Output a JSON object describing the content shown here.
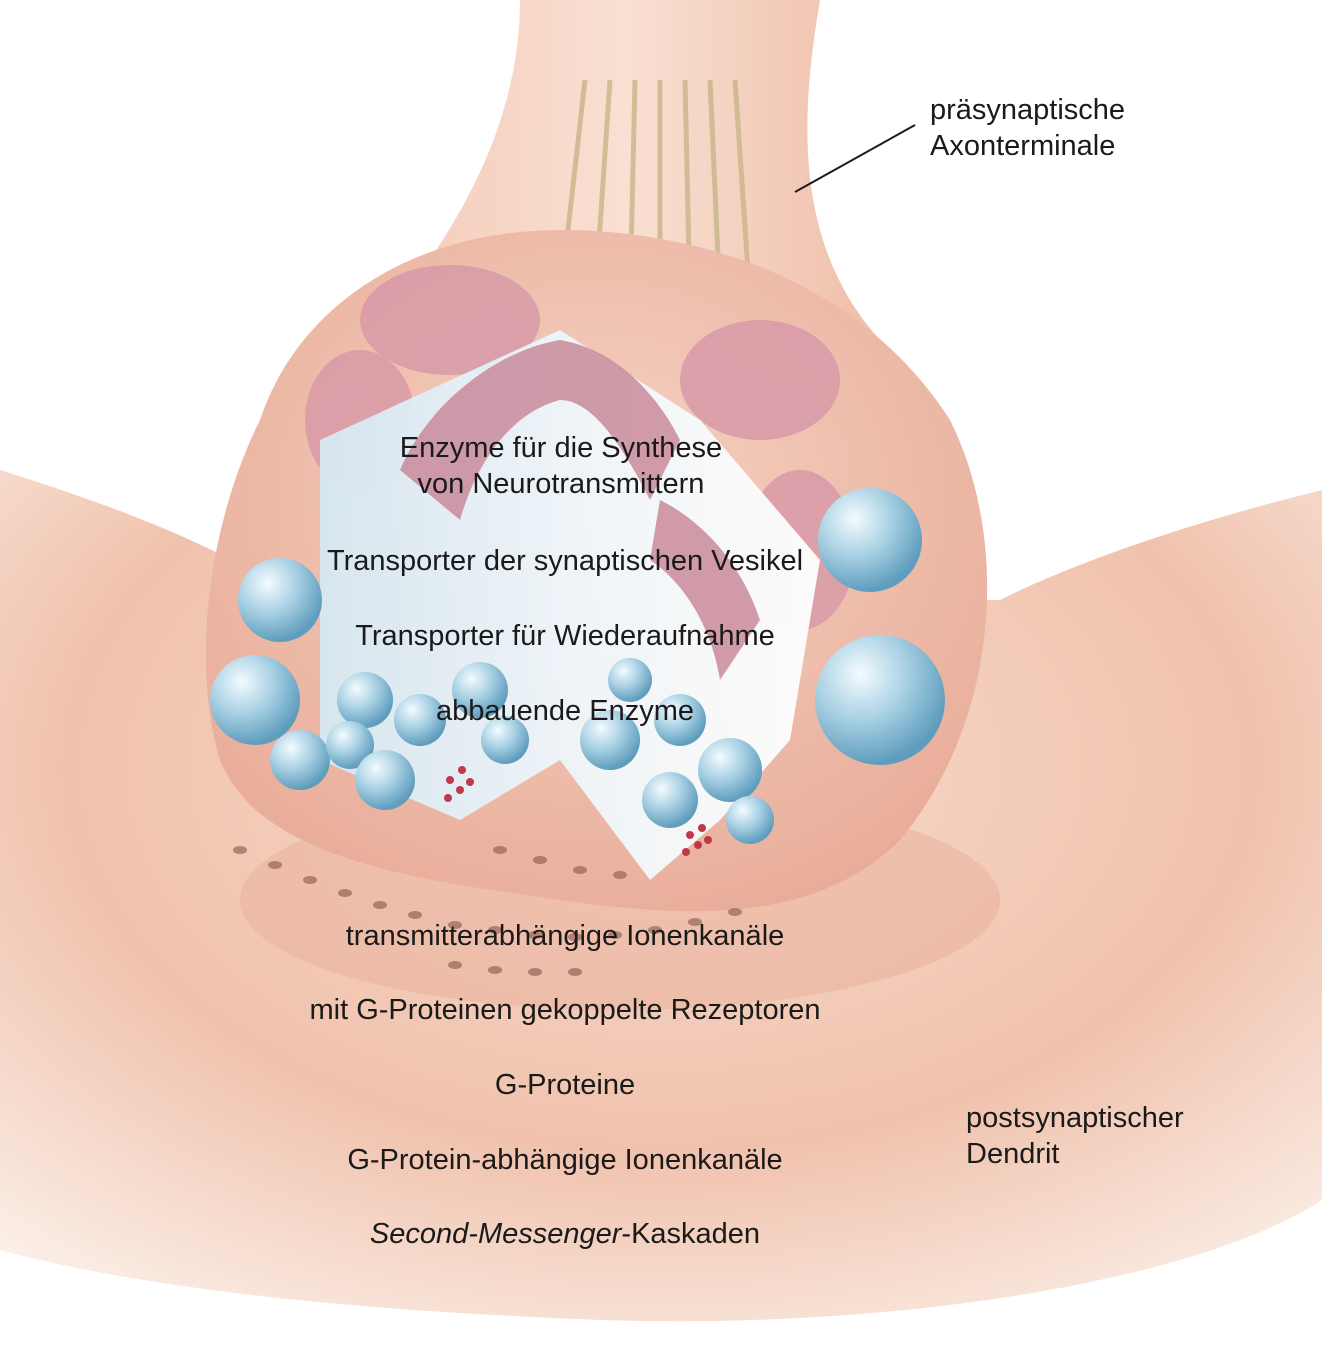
{
  "labels": {
    "presynaptic_line1": "präsynaptische",
    "presynaptic_line2": "Axonterminale",
    "enzymes_synthesis_line1": "Enzyme für die Synthese",
    "enzymes_synthesis_line2": "von Neurotransmittern",
    "vesicle_transporter": "Transporter der synaptischen Vesikel",
    "reuptake_transporter": "Transporter für Wiederaufnahme",
    "degrading_enzymes": "abbauende Enzyme",
    "ligand_gated_channels": "transmitterabhängige Ionenkanäle",
    "gpcr": "mit G-Proteinen gekoppelte Rezeptoren",
    "g_proteins": "G-Proteine",
    "g_protein_channels": "G-Protein-abhängige Ionenkanäle",
    "second_messenger_italic": "Second-Messenger",
    "second_messenger_rest": "-Kaskaden",
    "postsynaptic_line1": "postsynaptischer",
    "postsynaptic_line2": "Dendrit"
  },
  "colors": {
    "tissue": "#f2c9b4",
    "tissue_dark": "#d99a88",
    "mitochondria": "#c98a9a",
    "vesicle": "#8fbfd6",
    "interior": "#dfeef6",
    "leader_line": "#1a1a1a"
  }
}
